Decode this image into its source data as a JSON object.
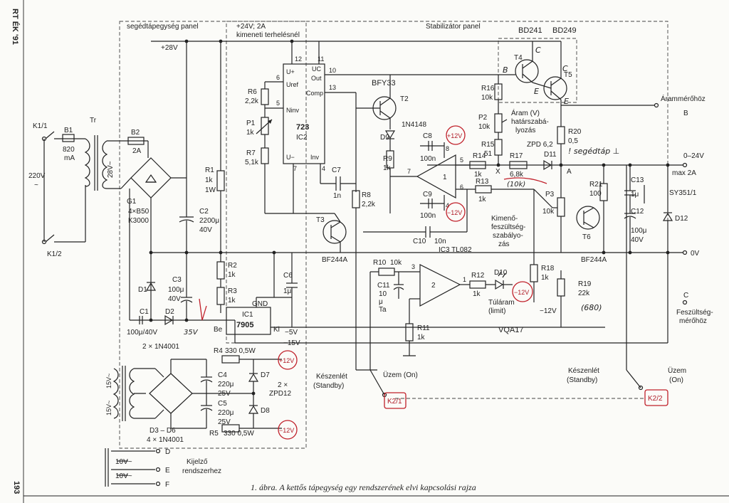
{
  "page": {
    "margin_header": "RT ÉK '91",
    "page_number": "193",
    "caption": "1. ábra. A kettős tápegység egy rendszerének elvi kapcsolási rajza"
  },
  "panels": {
    "aux_panel": "segédtápegység panel",
    "stabilizer_panel": "Stabilizátor panel",
    "load_note_line1": "+24V; 2A",
    "load_note_line2": "kimeneti terhelésnél"
  },
  "input": {
    "k11": "K1/1",
    "k12": "K1/2",
    "mains": "220V",
    "mains_tilde": "~",
    "b1": "B1",
    "b1_val1": "820",
    "b1_val2": "mA",
    "tr": "Tr",
    "sec": "28V~",
    "b2": "B2",
    "b2_val": "2A"
  },
  "rectifier": {
    "bridge_line1": "4×B50",
    "bridge_line2": "K3000",
    "g1": "G1",
    "plus28": "+28V",
    "c2": "C2",
    "c2_v1": "2200μ",
    "c2_v2": "40V",
    "r1": "R1",
    "r1_v1": "1k",
    "r1_v2": "1W"
  },
  "regulator_ic": {
    "name": "723",
    "ref": "IC2",
    "pin12": "12",
    "pin11": "11",
    "pin10": "10",
    "pin6": "6",
    "pin5": "5",
    "pin13": "13",
    "pin7": "7",
    "pin4": "4",
    "u_plus": "U+",
    "uc": "UC",
    "out": "Out",
    "uref": "Uref",
    "ninv": "Ninv",
    "comp": "Comp",
    "u_minus": "U−",
    "inv": "Inv",
    "r6": "R6",
    "r6_v": "2,2k",
    "p1": "P1",
    "p1_v": "1k",
    "r7": "R7",
    "r7_v": "5,1k",
    "c7": "C7",
    "c7_v": "1n",
    "r8": "R8",
    "r8_v": "2,2k"
  },
  "pass_stage": {
    "bd241": "BD241",
    "bd249": "BD249",
    "t4": "T4",
    "t5": "T5",
    "hand_b": "B",
    "hand_c1": "C",
    "hand_c2": "C",
    "hand_e1": "E",
    "hand_e2": "E",
    "bfy33": "BFY33",
    "t2": "T2",
    "d9": "D9",
    "d9_v": "1N4148",
    "r16": "R16",
    "r16_v": "10k",
    "p2": "P2",
    "p2_v": "10k",
    "p2_l1": "Áram (V)",
    "p2_l2": "határszabá-",
    "p2_l3": "lyozás",
    "r15": "R15",
    "r15_v": "51",
    "r20": "R20",
    "r20_v": "0,5",
    "zpd": "ZPD 6,2",
    "d11": "D11",
    "hand_note": "! segédtáp ⊥"
  },
  "opamp_section": {
    "c8": "C8",
    "c8_v": "100n",
    "pos12": "+12V",
    "neg12": "−12V",
    "r9": "R9",
    "r9_v": "1k",
    "r14": "R14",
    "r14_v": "1k",
    "r17": "R17",
    "r17_v": "6,8k",
    "hand_10k": "(10k)",
    "r13": "R13",
    "r13_v": "1k",
    "c9": "C9",
    "c9_v": "100n",
    "p3": "P3",
    "p3_v": "10k",
    "p3_l1": "Kimenő-",
    "p3_l2": "feszültség-",
    "p3_l3": "szabályo-",
    "p3_l4": "zás",
    "c10": "C10",
    "c10_v": "10n",
    "ic3": "IC3 TL082",
    "bf244_t3": "BF244A",
    "t3": "T3",
    "pin5": "5",
    "pin6": "6",
    "pin7": "7",
    "pin8": "8",
    "pin4": "4",
    "pin1": "1",
    "pin2": "2",
    "pin3": "3",
    "node_x": "X",
    "node_a": "A"
  },
  "output": {
    "ammeter": "Árammérőhöz",
    "b_term": "B",
    "out_v": "0–24V",
    "out_i": "max 2A",
    "r21": "R21",
    "r21_v": "100",
    "c13": "C13",
    "c13_v": "1μ",
    "c12": "C12",
    "c12_v1": "100μ",
    "c12_v2": "40V",
    "d12": "D12",
    "sy": "SY351/1",
    "t6": "T6",
    "bf244_t6": "BF244A",
    "zero_v": "0V",
    "c_term": "C",
    "voltmeter1": "Feszültség-",
    "voltmeter2": "mérőhöz"
  },
  "limit_section": {
    "r10": "R10",
    "r10_v": "10k",
    "c11": "C11",
    "c11_v1": "10",
    "c11_v2": "μ",
    "c11_v3": "Ta",
    "r12": "R12",
    "r12_v": "1k",
    "d10": "D10",
    "limit1": "Túláram",
    "limit2": "(limit)",
    "neg12": "−12V",
    "neg12b": "−12V",
    "r18": "R18",
    "r18_v": "1k",
    "r19": "R19",
    "r19_v": "22k",
    "hand_680": "(680)",
    "r11": "R11",
    "r11_v": "1k",
    "vqa": "VQA17"
  },
  "aux_supply": {
    "r2": "R2",
    "r2_v": "1k",
    "r3": "R3",
    "r3_v": "1k",
    "c3": "C3",
    "c3_v1": "100μ",
    "c3_v2": "40V",
    "d1": "D1",
    "d2": "D2",
    "c1": "C1",
    "c1_v": "100μ/40V",
    "diodes": "2 × 1N4001",
    "hand_35v": "35V",
    "ic1": "IC1",
    "ic1_name": "7905",
    "be": "Be",
    "gnd": "GND",
    "ki": "Ki",
    "c6": "C6",
    "c6_v": "1μ",
    "m5v": "−5V",
    "m15v": "−15V"
  },
  "sym_supply": {
    "sec1": "15V~",
    "sec2": "15V~",
    "r4": "R4",
    "r4_v": "330 0,5W",
    "r5": "R5",
    "r5_v": "330 0,5W",
    "c4": "C4",
    "c4_v1": "220μ",
    "c4_v2": "25V",
    "c5": "C5",
    "c5_v1": "220μ",
    "c5_v2": "25V",
    "d7": "D7",
    "d8": "D8",
    "zpd12_1": "2 ×",
    "zpd12_2": "ZPD12",
    "pos12": "+12V",
    "neg12": "−12V",
    "diodes1": "D3 – D6",
    "diodes2": "4 × 1N4001"
  },
  "switches": {
    "standby1": "Készenlét",
    "standby2": "(Standby)",
    "on1": "Üzem (On)",
    "k21": "K2/1",
    "standby3": "Készenlét",
    "standby4": "(Standby)",
    "on2": "Üzem",
    "on3": "(On)",
    "k22": "K2/2"
  },
  "display": {
    "v10a": "10V~",
    "v10b": "10V~",
    "d_term": "D",
    "e_term": "E",
    "f_term": "F",
    "label1": "Kijelző",
    "label2": "rendszerhez"
  }
}
